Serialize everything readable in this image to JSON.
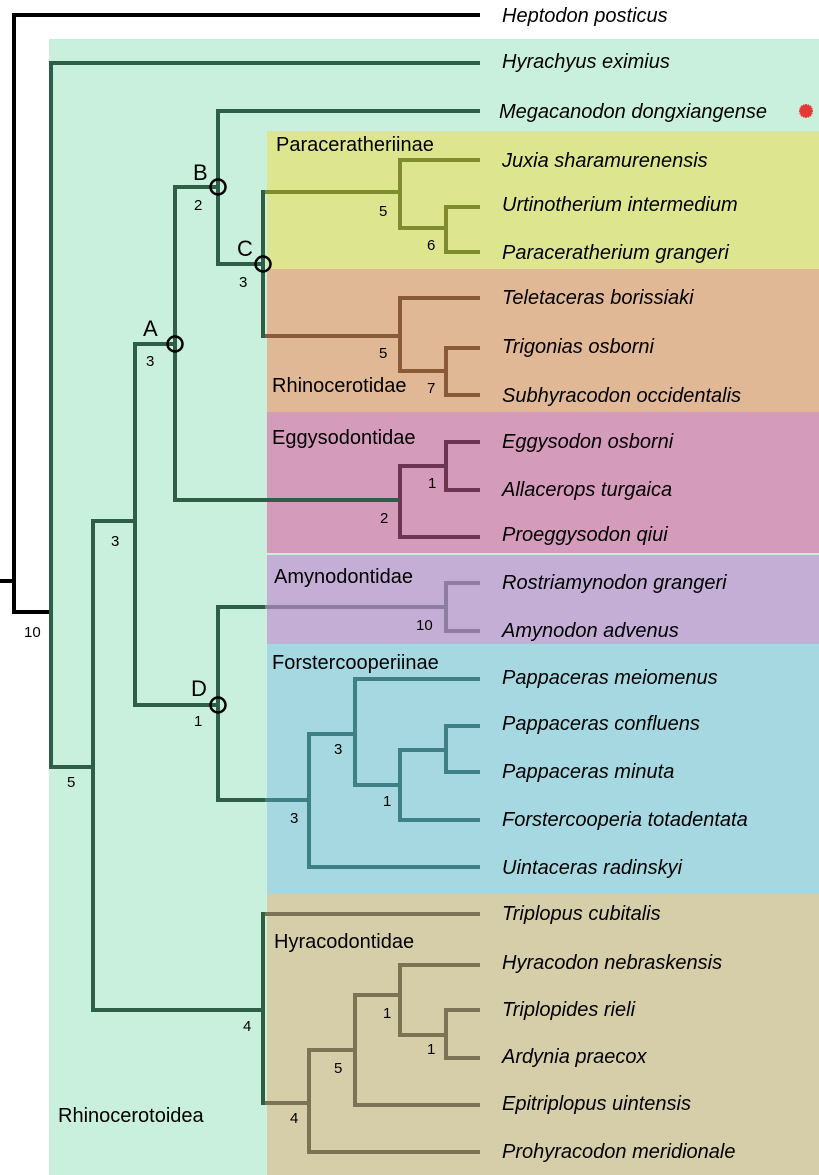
{
  "colors": {
    "rhinocerotoidea_bg": "#c9f0dc",
    "paraceratheriinae_bg": "#dde68e",
    "rhinocerotidae_bg": "#e0b896",
    "eggysodontidae_bg": "#d59bbb",
    "amynodontidae_bg": "#c4aed6",
    "forstercooperiinae_bg": "#a6d8e2",
    "hyracodontidae_bg": "#d6cda9",
    "outgroup_branch": "#000000",
    "main_branch": "#2e5e45",
    "paraceratheriinae_branch": "#7f8b2f",
    "rhinocerotidae_branch": "#8a5a38",
    "eggysodontidae_branch": "#6e3553",
    "amynodontidae_branch": "#8d7d9e",
    "forstercooperiinae_branch": "#3f7f86",
    "hyracodontidae_branch": "#7c7356",
    "new_taxon_marker": "#e53935"
  },
  "taxa": [
    "Heptodon posticus",
    "Hyrachyus eximius",
    "Megacanodon dongxiangense",
    "Juxia sharamurenensis",
    "Urtinotherium intermedium",
    "Paraceratherium grangeri",
    "Teletaceras borissiaki",
    "Trigonias osborni",
    "Subhyracodon occidentalis",
    "Eggysodon osborni",
    "Allacerops turgaica",
    "Proeggysodon qiui",
    "Rostriamynodon grangeri",
    "Amynodon advenus",
    "Pappaceras meiomenus",
    "Pappaceras confluens",
    "Pappaceras minuta",
    "Forstercooperia totadentata",
    "Uintaceras radinskyi",
    "Triplopus cubitalis",
    "Hyracodon nebraskensis",
    "Triplopides rieli",
    "Ardynia praecox",
    "Epitriplopus uintensis",
    "Prohyracodon meridionale"
  ],
  "clades": {
    "rhinocerotoidea": "Rhinocerotoidea",
    "paraceratheriinae": "Paraceratheriinae",
    "rhinocerotidae": "Rhinocerotidae",
    "eggysodontidae": "Eggysodontidae",
    "amynodontidae": "Amynodontidae",
    "forstercooperiinae": "Forstercooperiinae",
    "hyracodontidae": "Hyracodontidae"
  },
  "node_letters": {
    "A": "A",
    "B": "B",
    "C": "C",
    "D": "D"
  },
  "support": {
    "root": "10",
    "rhinocerotoidea_inner": "5",
    "a_d_clade": "3",
    "node_a": "3",
    "node_b": "2",
    "node_c": "3",
    "paraceratheriinae": "5",
    "urtino_paracer": "6",
    "rhinocerotidae": "5",
    "trigonias_subhyracodon": "7",
    "eggysodontidae": "2",
    "eggysodon_allacerops": "1",
    "amynodontidae": "10",
    "node_d": "1",
    "forstercooperiinae": "3",
    "pappaceras_forstercooperia": "3",
    "pappaceras_confluens_minuta_forster": "1",
    "hyracodontidae": "4",
    "hyracodontidae_inner": "4",
    "hyracodon_group": "5",
    "hyracodon_triplopides": "1",
    "triplopides_ardynia": "1"
  },
  "marker": {
    "new_taxon_icon": "asterisk-icon"
  }
}
